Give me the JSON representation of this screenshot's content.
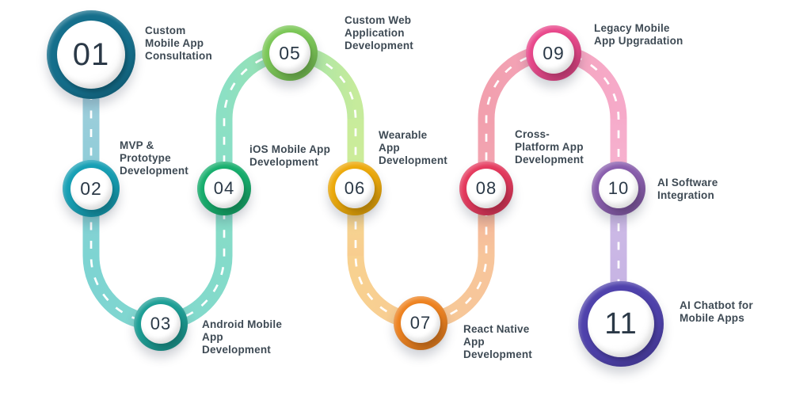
{
  "diagram": {
    "type": "roadmap-timeline",
    "label_color": "#3e4a54",
    "number_color": "#2b3947",
    "road_dash_color": "#ffffff",
    "steps": [
      {
        "number": "01",
        "label": "Custom\nMobile App\nConsultation",
        "color": "#156f8c"
      },
      {
        "number": "02",
        "label": "MVP &\nPrototype\nDevelopment",
        "color": "#17a0b5"
      },
      {
        "number": "03",
        "label": "Android Mobile\nApp\nDevelopment",
        "color": "#1d9f96"
      },
      {
        "number": "04",
        "label": "iOS Mobile App\nDevelopment",
        "color": "#18af6e"
      },
      {
        "number": "05",
        "label": "Custom Web\nApplication\nDevelopment",
        "color": "#7cc858"
      },
      {
        "number": "06",
        "label": "Wearable\nApp\nDevelopment",
        "color": "#edaa0c"
      },
      {
        "number": "07",
        "label": "React Native\nApp\nDevelopment",
        "color": "#ee8321"
      },
      {
        "number": "08",
        "label": "Cross-\nPlatform App\nDevelopment",
        "color": "#e53a5e"
      },
      {
        "number": "09",
        "label": "Legacy Mobile\nApp Upgradation",
        "color": "#e9498c"
      },
      {
        "number": "10",
        "label": "AI Software\nIntegration",
        "color": "#8a5fae"
      },
      {
        "number": "11",
        "label": "AI Chatbot for\nMobile Apps",
        "color": "#4f42ac"
      }
    ],
    "road": {
      "segments": [
        {
          "stops": [
            "#a9cede",
            "#8fcdd8",
            "#7ed4d2"
          ]
        },
        {
          "stops": [
            "#7ed4d2",
            "#84dbca"
          ]
        },
        {
          "stops": [
            "#85dbc9",
            "#8ce0c4"
          ]
        },
        {
          "stops": [
            "#8ce0c4",
            "#9fe3ab",
            "#c6eb9c"
          ]
        },
        {
          "stops": [
            "#c8ec9b",
            "#cdec99",
            "#f4da93",
            "#f8cd8f"
          ]
        },
        {
          "stops": [
            "#f8d190",
            "#f7c59b"
          ]
        },
        {
          "stops": [
            "#f7c59b",
            "#f5b29c",
            "#f3a6b2",
            "#f2a0ae"
          ]
        },
        {
          "stops": [
            "#f2a0ae",
            "#f4a4bc",
            "#f6aac9"
          ]
        },
        {
          "stops": [
            "#f6accb",
            "#f7b3cf",
            "#cdbae6",
            "#c4b1e3"
          ]
        }
      ]
    }
  }
}
